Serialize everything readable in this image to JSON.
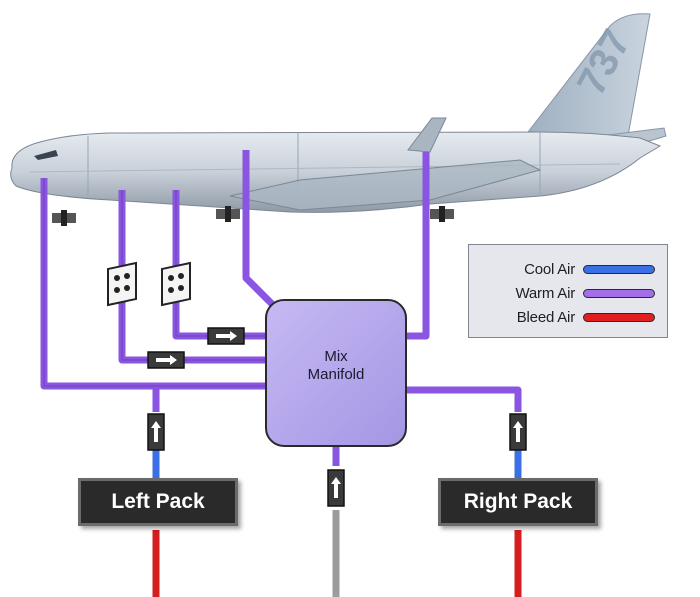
{
  "diagram": {
    "manifold_label_line1": "Mix",
    "manifold_label_line2": "Manifold",
    "left_pack_label": "Left Pack",
    "right_pack_label": "Right Pack",
    "tail_text": "737"
  },
  "legend": {
    "items": [
      {
        "label": "Cool Air",
        "color": "#3b6fe6"
      },
      {
        "label": "Warm Air",
        "color": "#a46ee8"
      },
      {
        "label": "Bleed Air",
        "color": "#e02020"
      }
    ]
  },
  "colors": {
    "cool_air": "#3b6fe6",
    "warm_air": "#8a55e0",
    "bleed_air": "#d51e1e",
    "fuselage": "#c9d1da",
    "manifold": "#b7a8ec"
  }
}
